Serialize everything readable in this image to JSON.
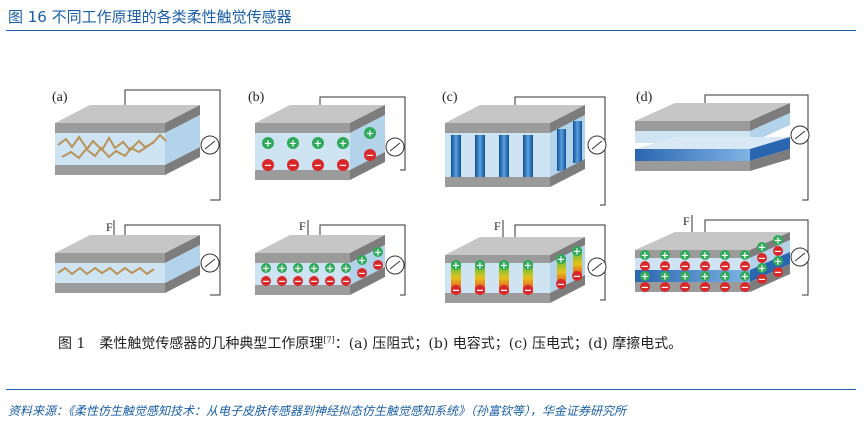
{
  "header": {
    "title": "图 16 不同工作原理的各类柔性触觉传感器"
  },
  "figure": {
    "panel_labels": [
      "(a)",
      "(b)",
      "(c)",
      "(d)"
    ],
    "force_label": "F",
    "plus": "+",
    "minus": "−"
  },
  "caption": {
    "prefix": "图 1　柔性触觉传感器的几种典型工作原理",
    "ref": "[7]",
    "suffix": "：(a) 压阻式；(b) 电容式；(c) 压电式；(d) 摩擦电式。"
  },
  "source": {
    "text": "资料来源：《柔性仿生触觉感知技术：从电子皮肤传感器到神经拟态仿生触觉感知系统》（孙富钦等），华金证券研究所"
  },
  "colors": {
    "brand": "#1a5fa8",
    "plate_gray": "#a9a9a9",
    "dielectric": "#cfe4f2",
    "plus": "#2eaa5a",
    "minus": "#d8282a"
  }
}
